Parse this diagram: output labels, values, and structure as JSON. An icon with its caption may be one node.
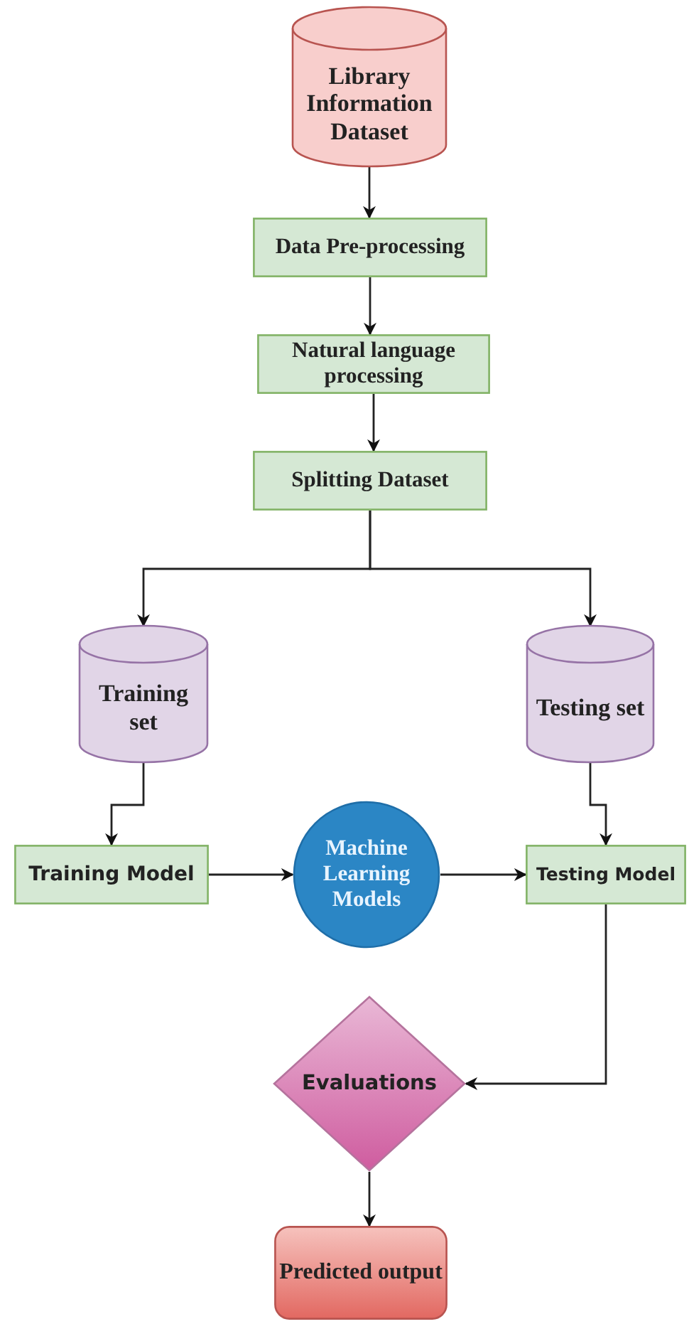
{
  "diagram": {
    "nodes": [
      {
        "text": [
          "Library Information Dataset"
        ]
      },
      {
        "text": [
          "Data Pre-processing"
        ]
      },
      {
        "text": [
          "Natural language processing"
        ]
      },
      {
        "text": [
          "Splitting Dataset"
        ]
      },
      {
        "text": [
          "Training set"
        ]
      },
      {
        "text": [
          "Testing set"
        ]
      },
      {
        "text": [
          "Training Model"
        ]
      },
      {
        "text": [
          "Machine Learning Models"
        ]
      },
      {
        "text": [
          "Testing Model"
        ]
      },
      {
        "text": [
          "Evaluations"
        ]
      },
      {
        "text": [
          "Predicted output"
        ]
      }
    ],
    "edges": [
      {
        "from": 0,
        "to": 1,
        "arrow": "to"
      },
      {
        "from": 1,
        "to": 2,
        "arrow": "to"
      },
      {
        "from": 2,
        "to": 3,
        "arrow": "to"
      },
      {
        "from": 3,
        "to": 4,
        "arrow": "to"
      },
      {
        "from": 3,
        "to": 5,
        "arrow": "to"
      },
      {
        "from": 4,
        "to": 6,
        "arrow": "to"
      },
      {
        "from": 5,
        "to": 8,
        "arrow": "to"
      },
      {
        "from": 6,
        "to": 7,
        "arrow": "to"
      },
      {
        "from": 7,
        "to": 8,
        "arrow": "to"
      },
      {
        "from": 8,
        "to": 9,
        "arrow": "to"
      },
      {
        "from": 9,
        "to": 10,
        "arrow": "to"
      }
    ]
  }
}
